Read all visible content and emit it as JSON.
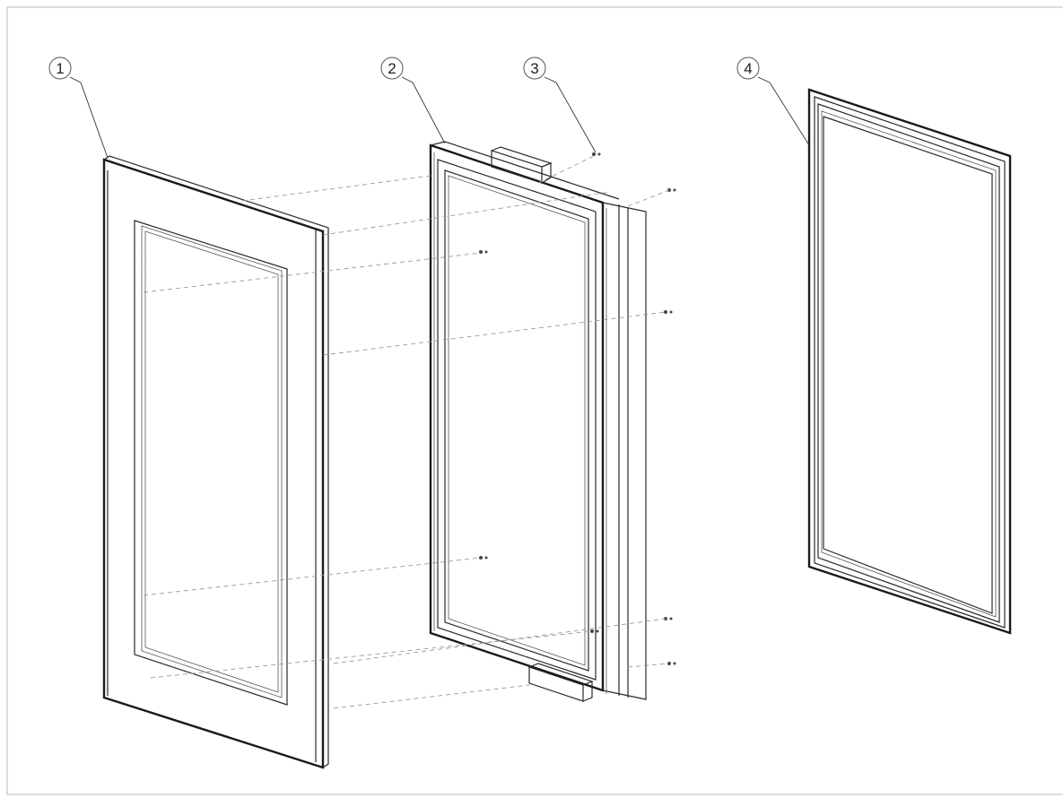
{
  "callouts": [
    {
      "label": "1",
      "part": "outer-door-panel"
    },
    {
      "label": "2",
      "part": "door-frame"
    },
    {
      "label": "3",
      "part": "screws"
    },
    {
      "label": "4",
      "part": "inner-trim-frame"
    }
  ],
  "colors": {
    "line": "#2a2a2a",
    "dash": "#9a9a9a",
    "border": "#bbbbbb"
  }
}
